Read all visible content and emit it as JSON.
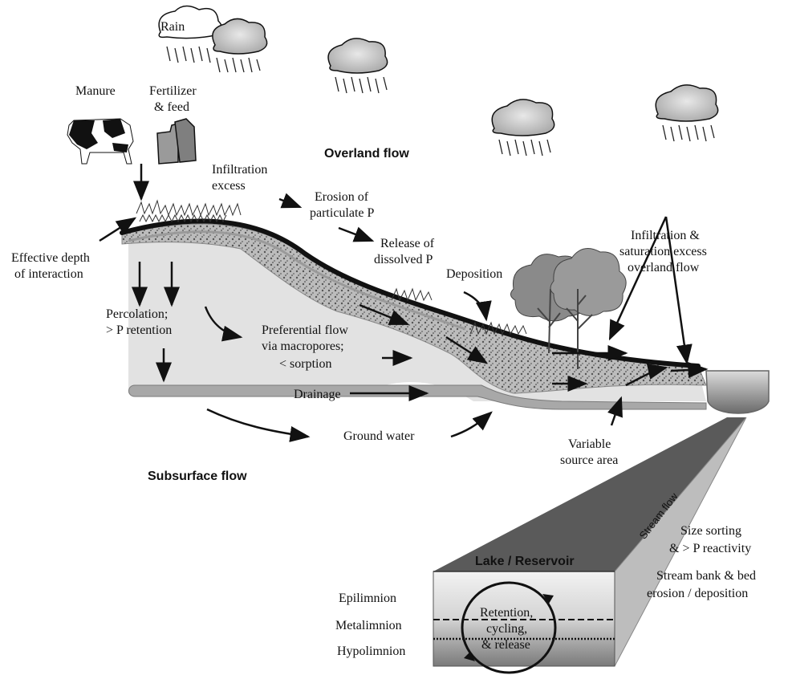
{
  "labels": {
    "rain": "Rain",
    "manure": "Manure",
    "fertilizer": "Fertilizer",
    "feed": "& feed",
    "overland": "Overland flow",
    "infiltration_1": "Infiltration",
    "infiltration_2": "excess",
    "erosion_1": "Erosion of",
    "erosion_2": "particulate P",
    "release_1": "Release of",
    "release_2": "dissolved P",
    "effective_1": "Effective depth",
    "effective_2": "of interaction",
    "deposition": "Deposition",
    "infsat_1": "Infiltration &",
    "infsat_2": "saturation excess",
    "infsat_3": "overland flow",
    "percolation_1": "Percolation;",
    "percolation_2": "> P retention",
    "preferential_1": "Preferential flow",
    "preferential_2": "via macropores;",
    "preferential_3": "< sorption",
    "drainage": "Drainage",
    "groundwater": "Ground water",
    "variable_1": "Variable",
    "variable_2": "source area",
    "subsurface": "Subsurface flow",
    "streamflow": "Stream flow",
    "size_1": "Size  sorting",
    "size_2": "& > P  reactivity",
    "bank_1": "Stream bank & bed",
    "bank_2": "erosion / deposition",
    "lake": "Lake / Reservoir",
    "epilimnion": "Epilimnion",
    "metalimnion": "Metalimnion",
    "hypolimnion": "Hypolimnion",
    "retention_1": "Retention,",
    "retention_2": "cycling,",
    "retention_3": "& release"
  },
  "colors": {
    "soil_light": "#e2e2e2",
    "soil_band": "#a8a8a8",
    "topsoil": "#111111",
    "tree_canopy": "#8a8a8a",
    "cloud": "#cfcfcf",
    "lake_top": "#6f6f6f",
    "funnel": "#bdbdbd"
  }
}
